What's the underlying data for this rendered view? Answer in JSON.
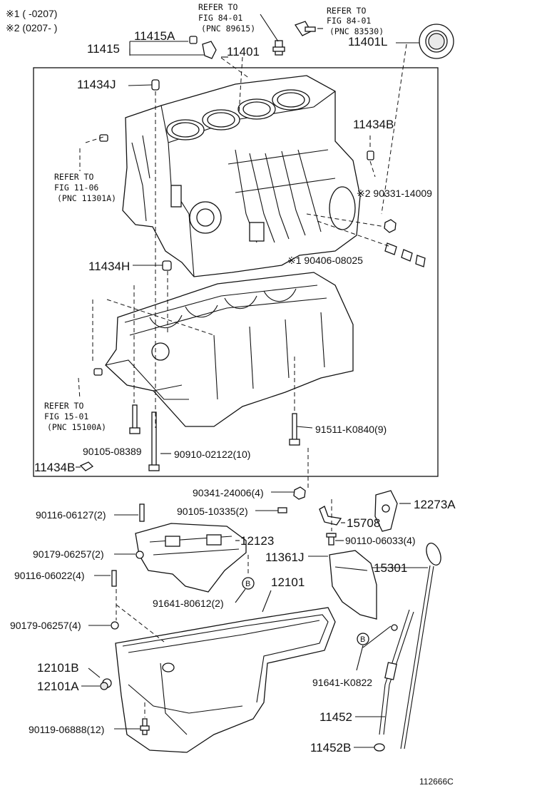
{
  "notes": {
    "note1": "※1 (     -0207)",
    "note2": "※2 (0207-      )"
  },
  "refs": {
    "ref_top_left": [
      "REFER TO",
      "FIG 84-01",
      "(PNC 89615)"
    ],
    "ref_top_right": [
      "REFER TO",
      "FIG 84-01",
      "(PNC 83530)"
    ],
    "ref_mid": [
      "REFER TO",
      "FIG 11-06",
      "(PNC 11301A)"
    ],
    "ref_low": [
      "REFER TO",
      "FIG 15-01",
      "(PNC 15100A)"
    ]
  },
  "labels": {
    "p11415": "11415",
    "p11415A": "11415A",
    "p11401": "11401",
    "p11401L": "11401L",
    "p11434J": "11434J",
    "p11434B_top": "11434B",
    "p90331": "※2 90331-14009",
    "p90406": "※1 90406-08025",
    "p11434H": "11434H",
    "p91511": "91511-K0840(9)",
    "p90105_08389": "90105-08389",
    "p90910": "90910-02122(10)",
    "p11434B_low": "11434B",
    "p90341": "90341-24006(4)",
    "p90105_10335": "90105-10335(2)",
    "p12273A": "12273A",
    "p15708": "15708",
    "p90110": "90110-06033(4)",
    "p90116_06127": "90116-06127(2)",
    "p12123": "12123",
    "p90179_a": "90179-06257(2)",
    "p11361J": "11361J",
    "p15301": "15301",
    "p90116_06022": "90116-06022(4)",
    "p12101": "12101",
    "p91641_80612": "91641-80612(2)",
    "p90179_b": "90179-06257(4)",
    "p12101B": "12101B",
    "p12101A": "12101A",
    "p91641_K0822": "91641-K0822",
    "p11452": "11452",
    "p90119": "90119-06888(12)",
    "p11452B": "11452B",
    "marker_b1": "B",
    "marker_b2": "B"
  },
  "footer": {
    "code": "112666C"
  },
  "colors": {
    "ink": "#111111",
    "paper": "#ffffff"
  }
}
